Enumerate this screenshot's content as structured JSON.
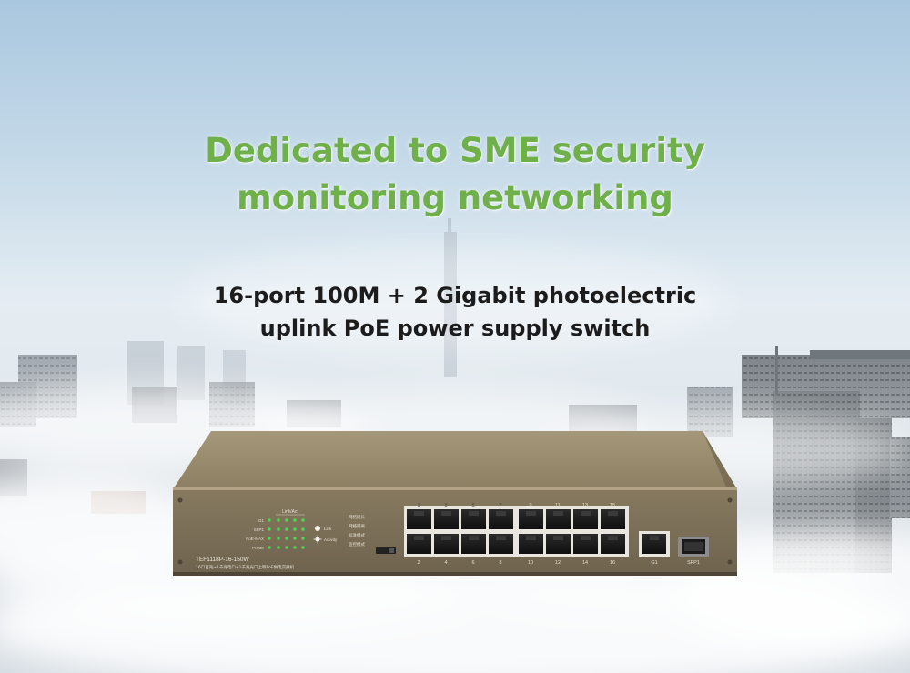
{
  "headline": {
    "line1": "Dedicated to SME security",
    "line2": "monitoring networking"
  },
  "subheadline": {
    "line1": "16-port 100M + 2 Gigabit photoelectric",
    "line2": "uplink PoE power supply switch"
  },
  "device": {
    "model": "TEF1118P-16-150W",
    "description": "16口百兆+1千兆电口+1千兆光口上联PoE供电交换机",
    "led_header": "Link/Act",
    "led_labels": [
      "G1",
      "SFP1",
      "PoE-MAX",
      "Power"
    ],
    "legend": {
      "link": "Link",
      "activity": "Activity"
    },
    "mode_labels": [
      "网络延长",
      "网络隔离",
      "标准模式",
      "监控模式"
    ],
    "port_top_labels": [
      "1",
      "3",
      "5",
      "7",
      "9",
      "11",
      "13",
      "15"
    ],
    "port_bottom_labels": [
      "2",
      "4",
      "6",
      "8",
      "10",
      "12",
      "14",
      "16"
    ],
    "uplink_labels": {
      "g1": "G1",
      "sfp1": "SFP1"
    }
  },
  "colors": {
    "headline": "#6fb04a",
    "subheadline": "#1c1c1c",
    "chassis": "#8b7c63",
    "led_green": "#4cd454"
  }
}
